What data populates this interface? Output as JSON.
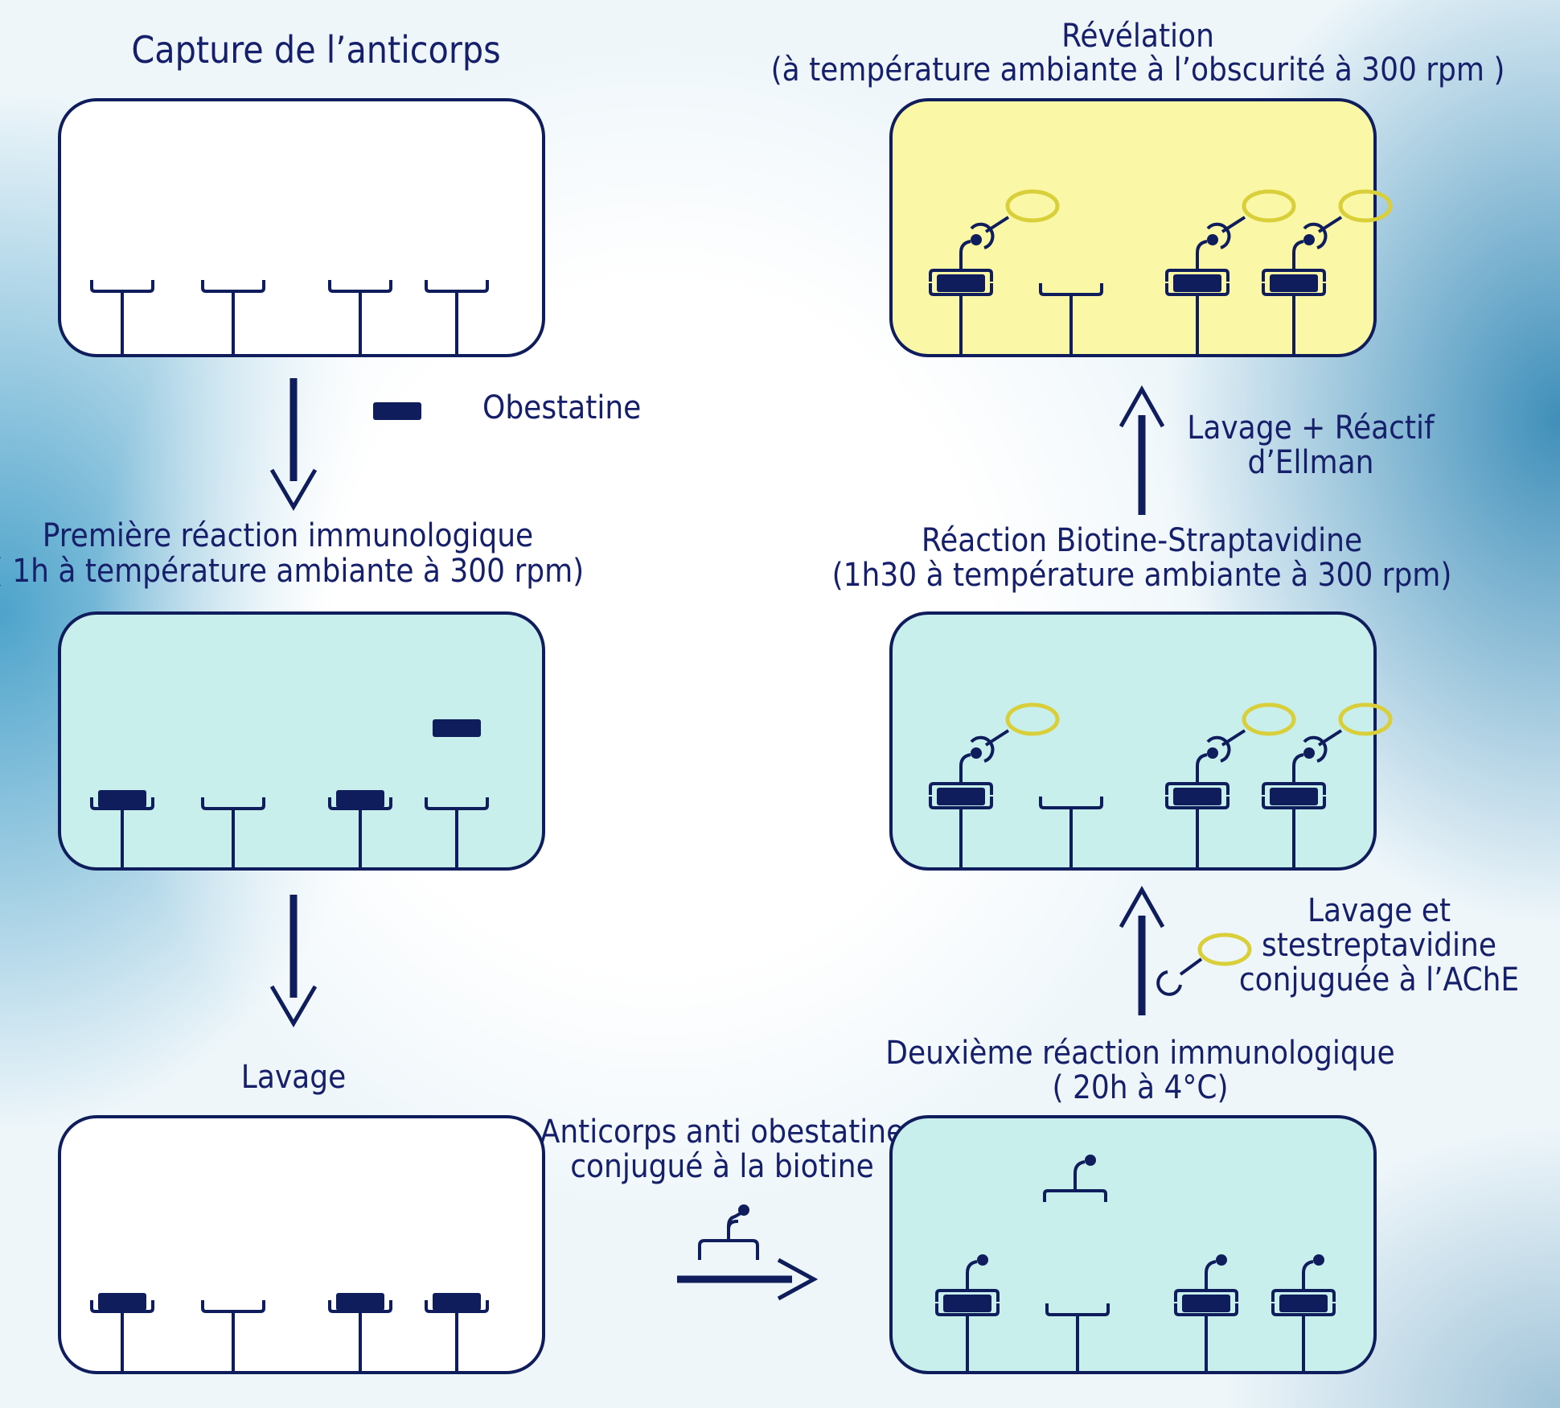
{
  "colors": {
    "navy": "#0f1d5c",
    "text": "#16206a",
    "white_panel": "#ffffff",
    "teal_panel": "#c8efeb",
    "yellow_panel": "#faf7a6",
    "ache_ring": "#d9cf3a"
  },
  "steps": {
    "capture": {
      "title": "Capture de l’anticorps"
    },
    "first_reaction": {
      "line1": "Première réaction immunologique",
      "line2": "( 1h à température ambiante à 300 rpm)"
    },
    "lavage": {
      "title": "Lavage"
    },
    "second_reaction": {
      "line1": "Deuxième réaction immunologique",
      "line2": "( 20h à 4°C)"
    },
    "biotin_reaction": {
      "line1": "Réaction Biotine-Straptavidine",
      "line2": "(1h30 à température ambiante à 300 rpm)"
    },
    "revelation": {
      "line1": "Révélation",
      "line2": "(à température ambiante à l’obscurité à 300 rpm )"
    }
  },
  "legend": {
    "obestatine": "Obestatine"
  },
  "reagents": {
    "antibody_biotin": {
      "line1": "Anticorps anti obestatine",
      "line2": "conjugué à la biotine"
    },
    "streptavidin": {
      "line1": "Lavage et",
      "line2": "stestreptavidine",
      "line3": "conjuguée à l’AChE"
    },
    "ellman": {
      "line1": "Lavage + Réactif",
      "line2": "d’Ellman"
    }
  }
}
